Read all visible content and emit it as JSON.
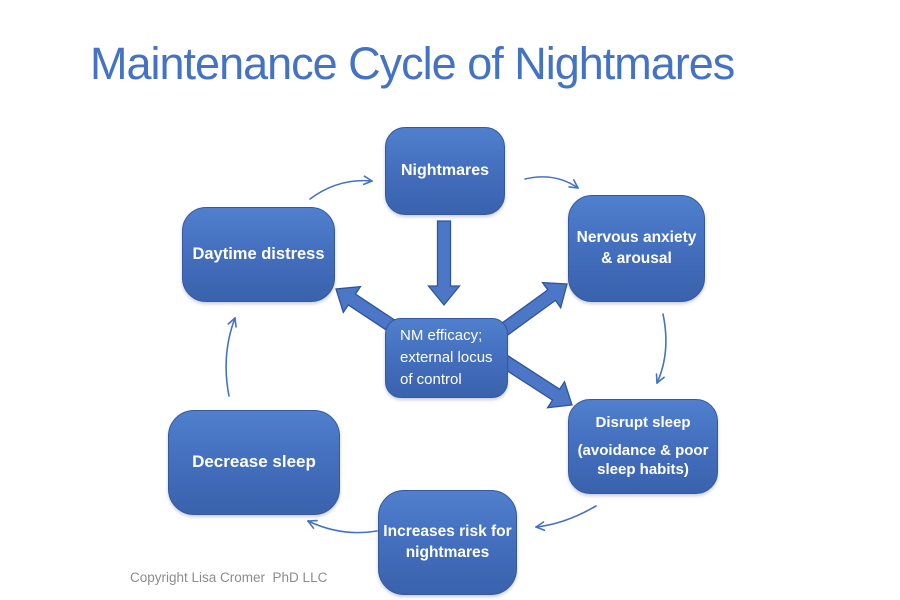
{
  "title": "Maintenance Cycle of Nightmares",
  "copyright": "Copyright Lisa Cromer  PhD LLC",
  "nodes": {
    "nightmares": {
      "label": "Nightmares"
    },
    "nervous_anxiety": {
      "label": "Nervous anxiety\n& arousal"
    },
    "disrupt_sleep": {
      "label": "Disrupt sleep",
      "sub": "(avoidance & poor\nsleep habits)"
    },
    "increases_risk": {
      "label": "Increases risk for\nnightmares"
    },
    "decrease_sleep": {
      "label": "Decrease sleep"
    },
    "daytime_distress": {
      "label": "Daytime distress"
    },
    "center": {
      "label": "NM efficacy;\nexternal locus\nof control"
    }
  },
  "connections": [
    {
      "id": "nightmares-center",
      "from": "nightmares",
      "to": "center",
      "style": "thick-block"
    },
    {
      "id": "center-daytime",
      "from": "center",
      "to": "daytime_distress",
      "style": "thick-block"
    },
    {
      "id": "center-nervous",
      "from": "center",
      "to": "nervous_anxiety",
      "style": "thick-block"
    },
    {
      "id": "center-disrupt",
      "from": "center",
      "to": "disrupt_sleep",
      "style": "thick-block"
    },
    {
      "id": "daytime-nightmares",
      "from": "daytime_distress",
      "to": "nightmares",
      "style": "thin-curved"
    },
    {
      "id": "nightmares-nervous",
      "from": "nightmares",
      "to": "nervous_anxiety",
      "style": "thin-curved"
    },
    {
      "id": "nervous-disrupt",
      "from": "nervous_anxiety",
      "to": "disrupt_sleep",
      "style": "thin-curved"
    },
    {
      "id": "disrupt-increases",
      "from": "disrupt_sleep",
      "to": "increases_risk",
      "style": "thin-curved"
    },
    {
      "id": "increases-decrease",
      "from": "increases_risk",
      "to": "decrease_sleep",
      "style": "thin-curved"
    },
    {
      "id": "decrease-daytime",
      "from": "decrease_sleep",
      "to": "daytime_distress",
      "style": "thin-curved"
    }
  ],
  "colors": {
    "title_text": "#4472c4",
    "box_gradient_top": "#5080cd",
    "box_gradient_bottom": "#3a62ad",
    "box_border": "#35589f",
    "box_text": "#ffffff",
    "thick_arrow_fill": "#4b77c6",
    "thick_arrow_stroke": "#30549b",
    "thin_arrow_stroke": "#4472c4",
    "copyright_text": "#8c8c8c"
  }
}
